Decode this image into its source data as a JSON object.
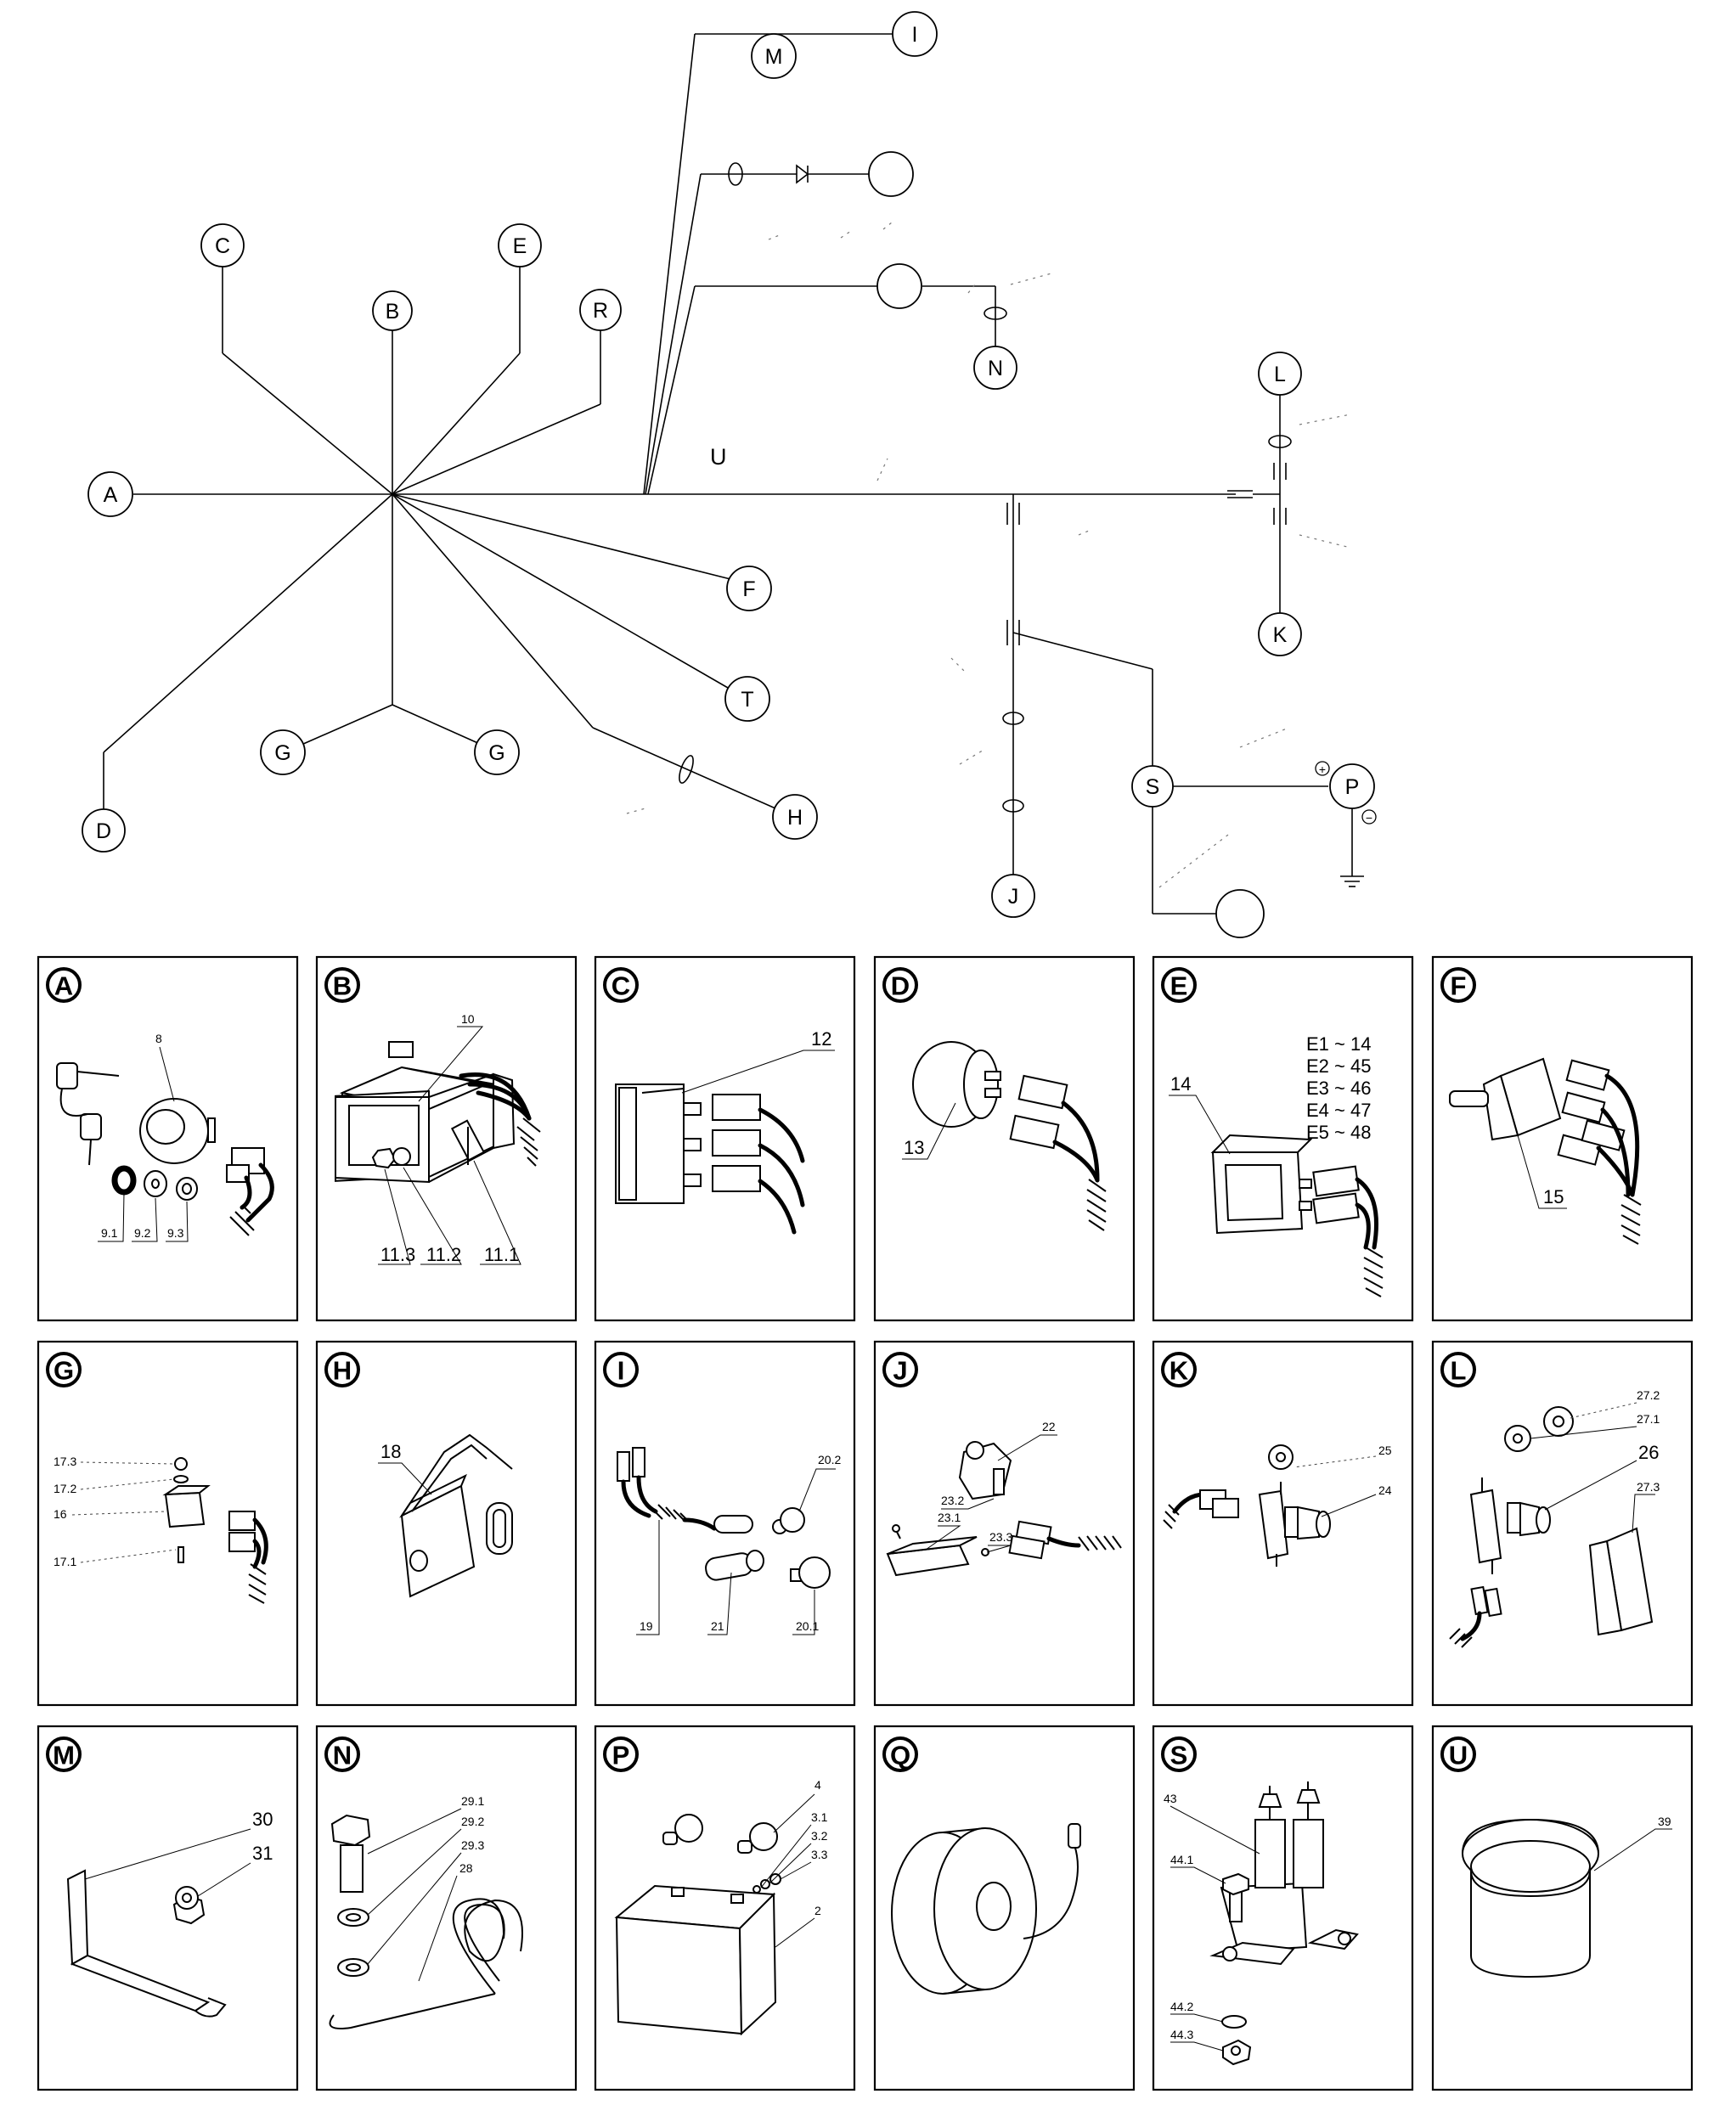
{
  "wiring_nodes": {
    "A": "A",
    "B": "B",
    "C": "C",
    "D": "D",
    "E": "E",
    "F": "F",
    "G_left": "G",
    "G_right": "G",
    "H": "H",
    "I": "I",
    "J": "J",
    "K": "K",
    "L": "L",
    "M": "M",
    "N": "N",
    "P": "P",
    "R": "R",
    "S": "S",
    "T": "T",
    "blank": ""
  },
  "wire_label_u": "U",
  "battery_symbols": {
    "plus": "+",
    "minus": "−"
  },
  "panels": [
    {
      "letter": "A",
      "parts": [
        "8",
        "9.1",
        "9.2",
        "9.3"
      ]
    },
    {
      "letter": "B",
      "parts": [
        "10",
        "11.3",
        "11.2",
        "11.1"
      ]
    },
    {
      "letter": "C",
      "parts": [
        "12"
      ]
    },
    {
      "letter": "D",
      "parts": [
        "13"
      ]
    },
    {
      "letter": "E",
      "parts": [
        "14"
      ],
      "variants": [
        "E1 ~ 14",
        "E2 ~ 45",
        "E3 ~ 46",
        "E4 ~ 47",
        "E5 ~ 48"
      ]
    },
    {
      "letter": "F",
      "parts": [
        "15"
      ]
    },
    {
      "letter": "G",
      "parts": [
        "17.3",
        "17.2",
        "16",
        "17.1"
      ]
    },
    {
      "letter": "H",
      "parts": [
        "18"
      ]
    },
    {
      "letter": "I",
      "parts": [
        "20.2",
        "19",
        "21",
        "20.1"
      ]
    },
    {
      "letter": "J",
      "parts": [
        "22",
        "23.2",
        "23.1",
        "23.3"
      ]
    },
    {
      "letter": "K",
      "parts": [
        "25",
        "24"
      ]
    },
    {
      "letter": "L",
      "parts": [
        "27.2",
        "27.1",
        "26",
        "27.3"
      ]
    },
    {
      "letter": "M",
      "parts": [
        "30",
        "31"
      ]
    },
    {
      "letter": "N",
      "parts": [
        "29.1",
        "29.2",
        "29.3",
        "28"
      ]
    },
    {
      "letter": "P",
      "parts": [
        "4",
        "3.1",
        "3.2",
        "3.3",
        "2"
      ]
    },
    {
      "letter": "Q",
      "parts": []
    },
    {
      "letter": "S",
      "parts": [
        "43",
        "44.1",
        "44.2",
        "44.3"
      ]
    },
    {
      "letter": "U",
      "parts": [
        "39"
      ]
    }
  ]
}
